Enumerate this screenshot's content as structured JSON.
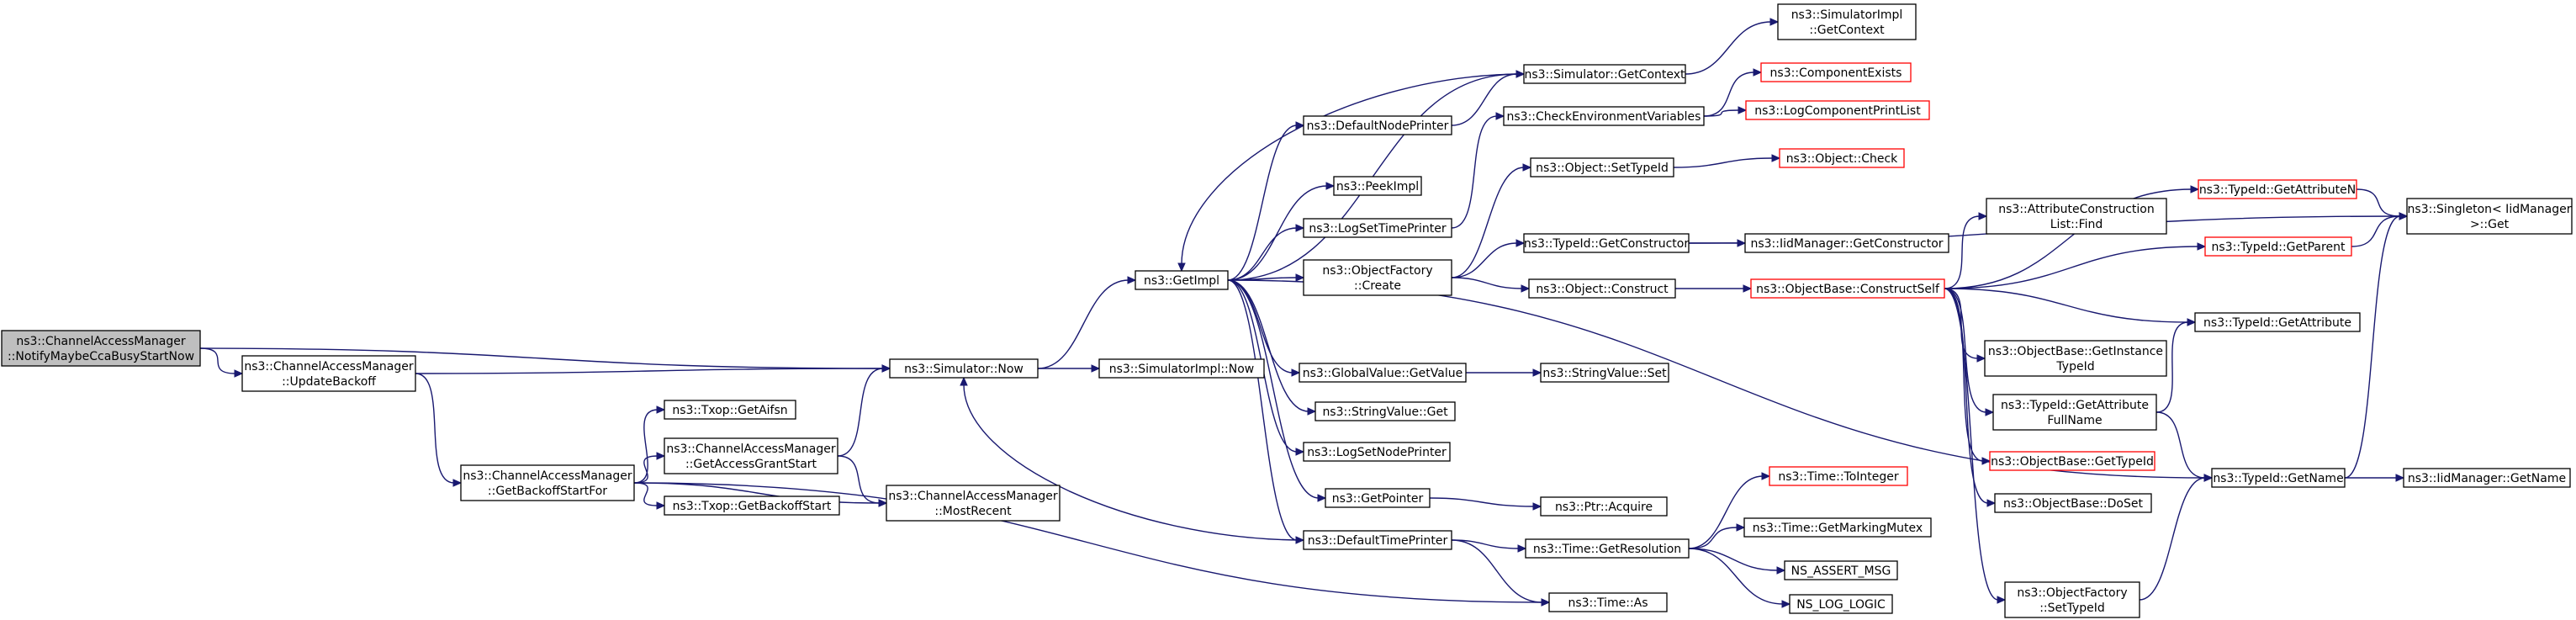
{
  "graph": {
    "edge_color": "#191970",
    "missing_border_color": "#ff0000",
    "root_fill": "#bfbfbf",
    "nodes": [
      {
        "id": "root",
        "lines": [
          "ns3::ChannelAccessManager",
          "::NotifyMaybeCcaBusyStartNow"
        ],
        "root": true
      },
      {
        "id": "updatebackoff",
        "lines": [
          "ns3::ChannelAccessManager",
          "::UpdateBackoff"
        ]
      },
      {
        "id": "getbackoffstartfor",
        "lines": [
          "ns3::ChannelAccessManager",
          "::GetBackoffStartFor"
        ]
      },
      {
        "id": "txop_getaifsn",
        "lines": [
          "ns3::Txop::GetAifsn"
        ]
      },
      {
        "id": "getaccessgrantstart",
        "lines": [
          "ns3::ChannelAccessManager",
          "::GetAccessGrantStart"
        ]
      },
      {
        "id": "txop_getbackoffstart",
        "lines": [
          "ns3::Txop::GetBackoffStart"
        ]
      },
      {
        "id": "mostrecent",
        "lines": [
          "ns3::ChannelAccessManager",
          "::MostRecent"
        ]
      },
      {
        "id": "sim_now",
        "lines": [
          "ns3::Simulator::Now"
        ]
      },
      {
        "id": "getimpl",
        "lines": [
          "ns3::GetImpl"
        ]
      },
      {
        "id": "simimpl_now",
        "lines": [
          "ns3::SimulatorImpl::Now"
        ]
      },
      {
        "id": "defaultnodeprinter",
        "lines": [
          "ns3::DefaultNodePrinter"
        ]
      },
      {
        "id": "peekimpl",
        "lines": [
          "ns3::PeekImpl"
        ]
      },
      {
        "id": "logsettimeprinter",
        "lines": [
          "ns3::LogSetTimePrinter"
        ]
      },
      {
        "id": "objectfactory_create",
        "lines": [
          "ns3::ObjectFactory",
          "::Create"
        ]
      },
      {
        "id": "globalvalue_getvalue",
        "lines": [
          "ns3::GlobalValue::GetValue"
        ]
      },
      {
        "id": "stringvalue_get",
        "lines": [
          "ns3::StringValue::Get"
        ]
      },
      {
        "id": "logsetnodeprinter",
        "lines": [
          "ns3::LogSetNodePrinter"
        ]
      },
      {
        "id": "getpointer",
        "lines": [
          "ns3::GetPointer"
        ]
      },
      {
        "id": "defaulttimeprinter",
        "lines": [
          "ns3::DefaultTimePrinter"
        ]
      },
      {
        "id": "sim_getcontext",
        "lines": [
          "ns3::Simulator::GetContext"
        ]
      },
      {
        "id": "simimpl_getcontext",
        "lines": [
          "ns3::SimulatorImpl",
          "::GetContext"
        ]
      },
      {
        "id": "checkenvvars",
        "lines": [
          "ns3::CheckEnvironmentVariables"
        ]
      },
      {
        "id": "componentexists",
        "lines": [
          "ns3::ComponentExists"
        ],
        "red": true
      },
      {
        "id": "logcomponentprintlist",
        "lines": [
          "ns3::LogComponentPrintList"
        ],
        "red": true
      },
      {
        "id": "object_settypeid",
        "lines": [
          "ns3::Object::SetTypeId"
        ]
      },
      {
        "id": "object_check",
        "lines": [
          "ns3::Object::Check"
        ],
        "red": true
      },
      {
        "id": "typeid_getconstructor",
        "lines": [
          "ns3::TypeId::GetConstructor"
        ]
      },
      {
        "id": "iidmanager_getconstructor",
        "lines": [
          "ns3::IidManager::GetConstructor"
        ]
      },
      {
        "id": "object_construct",
        "lines": [
          "ns3::Object::Construct"
        ]
      },
      {
        "id": "objectbase_constructself",
        "lines": [
          "ns3::ObjectBase::ConstructSelf"
        ],
        "red": true
      },
      {
        "id": "stringvalue_set",
        "lines": [
          "ns3::StringValue::Set"
        ]
      },
      {
        "id": "ptr_acquire",
        "lines": [
          "ns3::Ptr::Acquire"
        ]
      },
      {
        "id": "time_getresolution",
        "lines": [
          "ns3::Time::GetResolution"
        ]
      },
      {
        "id": "time_tointeger",
        "lines": [
          "ns3::Time::ToInteger"
        ],
        "red": true
      },
      {
        "id": "time_getmarkingmutex",
        "lines": [
          "ns3::Time::GetMarkingMutex"
        ]
      },
      {
        "id": "ns_assert_msg",
        "lines": [
          "NS_ASSERT_MSG"
        ]
      },
      {
        "id": "ns_log_logic",
        "lines": [
          "NS_LOG_LOGIC"
        ]
      },
      {
        "id": "time_as",
        "lines": [
          "ns3::Time::As"
        ]
      },
      {
        "id": "attrconstruction_find",
        "lines": [
          "ns3::AttributeConstruction",
          "List::Find"
        ]
      },
      {
        "id": "objectbase_getinstancetypeid",
        "lines": [
          "ns3::ObjectBase::GetInstance",
          "TypeId"
        ]
      },
      {
        "id": "typeid_getattributefullname",
        "lines": [
          "ns3::TypeId::GetAttribute",
          "FullName"
        ]
      },
      {
        "id": "objectbase_gettypeid",
        "lines": [
          "ns3::ObjectBase::GetTypeId"
        ],
        "red": true
      },
      {
        "id": "objectbase_doset",
        "lines": [
          "ns3::ObjectBase::DoSet"
        ]
      },
      {
        "id": "objectfactory_settypeid",
        "lines": [
          "ns3::ObjectFactory",
          "::SetTypeId"
        ]
      },
      {
        "id": "typeid_getattributen",
        "lines": [
          "ns3::TypeId::GetAttributeN"
        ],
        "red": true
      },
      {
        "id": "typeid_getparent",
        "lines": [
          "ns3::TypeId::GetParent"
        ],
        "red": true
      },
      {
        "id": "typeid_getattribute",
        "lines": [
          "ns3::TypeId::GetAttribute"
        ]
      },
      {
        "id": "typeid_getname",
        "lines": [
          "ns3::TypeId::GetName"
        ]
      },
      {
        "id": "singleton_get",
        "lines": [
          "ns3::Singleton< IidManager",
          " >::Get"
        ]
      },
      {
        "id": "iidmanager_getname",
        "lines": [
          "ns3::IidManager::GetName"
        ]
      }
    ],
    "edges": [
      [
        "root",
        "sim_now"
      ],
      [
        "root",
        "updatebackoff"
      ],
      [
        "updatebackoff",
        "sim_now"
      ],
      [
        "updatebackoff",
        "getbackoffstartfor"
      ],
      [
        "getbackoffstartfor",
        "txop_getaifsn"
      ],
      [
        "getbackoffstartfor",
        "getaccessgrantstart"
      ],
      [
        "getbackoffstartfor",
        "txop_getbackoffstart"
      ],
      [
        "getbackoffstartfor",
        "mostrecent"
      ],
      [
        "getbackoffstartfor",
        "time_as"
      ],
      [
        "getaccessgrantstart",
        "sim_now"
      ],
      [
        "getaccessgrantstart",
        "mostrecent"
      ],
      [
        "sim_now",
        "getimpl"
      ],
      [
        "sim_now",
        "simimpl_now"
      ],
      [
        "getimpl",
        "defaultnodeprinter"
      ],
      [
        "getimpl",
        "peekimpl"
      ],
      [
        "getimpl",
        "logsettimeprinter"
      ],
      [
        "getimpl",
        "objectfactory_create"
      ],
      [
        "getimpl",
        "globalvalue_getvalue"
      ],
      [
        "getimpl",
        "stringvalue_get"
      ],
      [
        "getimpl",
        "logsetnodeprinter"
      ],
      [
        "getimpl",
        "getpointer"
      ],
      [
        "getimpl",
        "defaulttimeprinter"
      ],
      [
        "getimpl",
        "sim_getcontext"
      ],
      [
        "getimpl",
        "typeid_getname"
      ],
      [
        "defaultnodeprinter",
        "sim_getcontext"
      ],
      [
        "sim_getcontext",
        "simimpl_getcontext"
      ],
      [
        "sim_getcontext",
        "getimpl"
      ],
      [
        "logsettimeprinter",
        "checkenvvars"
      ],
      [
        "checkenvvars",
        "componentexists"
      ],
      [
        "checkenvvars",
        "logcomponentprintlist"
      ],
      [
        "objectfactory_create",
        "object_settypeid"
      ],
      [
        "objectfactory_create",
        "typeid_getconstructor"
      ],
      [
        "objectfactory_create",
        "object_construct"
      ],
      [
        "object_settypeid",
        "object_check"
      ],
      [
        "typeid_getconstructor",
        "iidmanager_getconstructor"
      ],
      [
        "typeid_getconstructor",
        "singleton_get"
      ],
      [
        "object_construct",
        "objectbase_constructself"
      ],
      [
        "globalvalue_getvalue",
        "stringvalue_set"
      ],
      [
        "getpointer",
        "ptr_acquire"
      ],
      [
        "defaulttimeprinter",
        "sim_now"
      ],
      [
        "defaulttimeprinter",
        "time_getresolution"
      ],
      [
        "defaulttimeprinter",
        "time_as"
      ],
      [
        "time_getresolution",
        "time_tointeger"
      ],
      [
        "time_getresolution",
        "time_getmarkingmutex"
      ],
      [
        "time_getresolution",
        "ns_assert_msg"
      ],
      [
        "time_getresolution",
        "ns_log_logic"
      ],
      [
        "objectbase_constructself",
        "typeid_getattributen"
      ],
      [
        "objectbase_constructself",
        "attrconstruction_find"
      ],
      [
        "objectbase_constructself",
        "typeid_getparent"
      ],
      [
        "objectbase_constructself",
        "typeid_getattribute"
      ],
      [
        "objectbase_constructself",
        "objectbase_getinstancetypeid"
      ],
      [
        "objectbase_constructself",
        "typeid_getattributefullname"
      ],
      [
        "objectbase_constructself",
        "objectbase_gettypeid"
      ],
      [
        "objectbase_constructself",
        "objectbase_doset"
      ],
      [
        "objectbase_constructself",
        "objectfactory_settypeid"
      ],
      [
        "typeid_getattributefullname",
        "typeid_getattribute"
      ],
      [
        "typeid_getattributefullname",
        "typeid_getname"
      ],
      [
        "objectfactory_settypeid",
        "typeid_getname"
      ],
      [
        "typeid_getattributen",
        "singleton_get"
      ],
      [
        "typeid_getparent",
        "singleton_get"
      ],
      [
        "typeid_getname",
        "singleton_get"
      ],
      [
        "typeid_getname",
        "iidmanager_getname"
      ]
    ]
  }
}
